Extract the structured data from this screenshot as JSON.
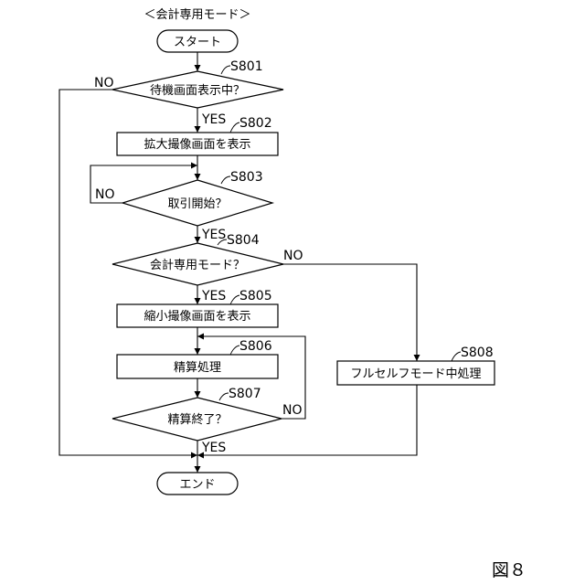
{
  "title": "＜会計専用モード＞",
  "figure_label": "図８",
  "nodes": {
    "start": "スタート",
    "s801": "待機画面表示中？",
    "s802": "拡大撮像画面を表示",
    "s803": "取引開始？",
    "s804": "会計専用モード？",
    "s805": "縮小撮像画面を表示",
    "s806": "精算処理",
    "s807": "精算終了？",
    "s808": "フルセルフモード中処理",
    "end": "エンド"
  },
  "steps": {
    "s801": "S801",
    "s802": "S802",
    "s803": "S803",
    "s804": "S804",
    "s805": "S805",
    "s806": "S806",
    "s807": "S807",
    "s808": "S808"
  },
  "edges": {
    "s801_yes": "YES",
    "s801_no": "NO",
    "s803_yes": "YES",
    "s803_no": "NO",
    "s804_yes": "YES",
    "s804_no": "NO",
    "s807_yes": "YES",
    "s807_no": "NO"
  }
}
